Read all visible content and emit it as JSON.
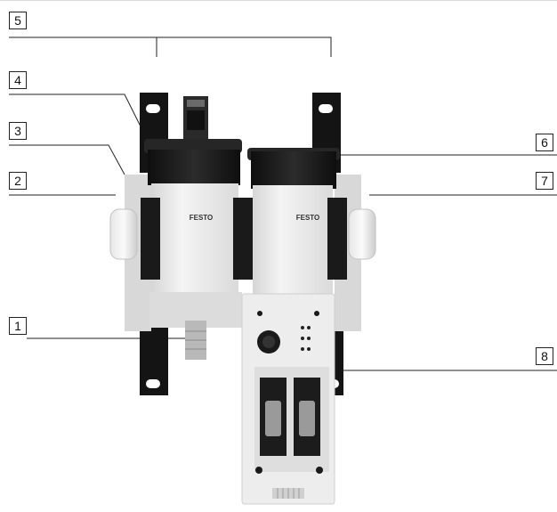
{
  "callouts": {
    "c1": "1",
    "c2": "2",
    "c3": "3",
    "c4": "4",
    "c5": "5",
    "c6": "6",
    "c7": "7",
    "c8": "8"
  },
  "brand_left": "FESTO",
  "brand_right": "FESTO",
  "colors": {
    "bracket": "#141414",
    "housing": "#ebebeb",
    "body_shadow": "#cfcfcf",
    "cap": "#1b1b1b",
    "line": "#222222"
  }
}
